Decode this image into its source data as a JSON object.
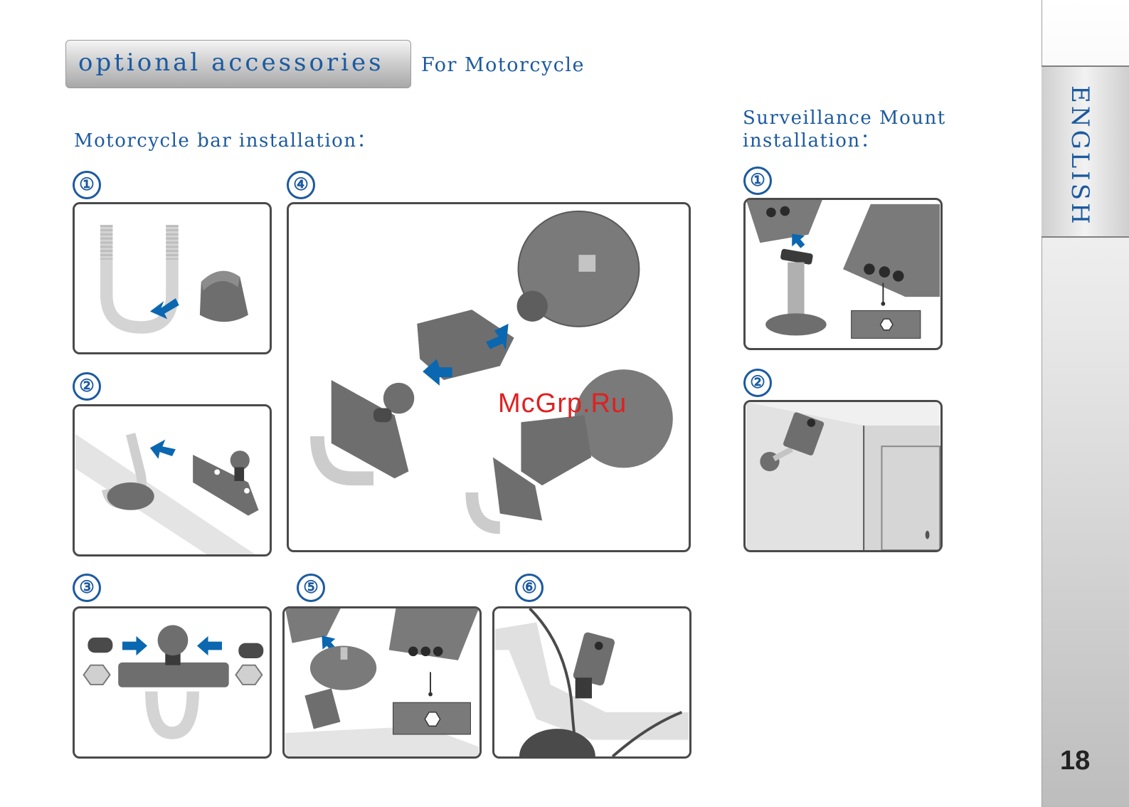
{
  "header": {
    "title": "optional  accessories",
    "subtitle": "For Motorcycle"
  },
  "motorcycle_section": {
    "title": "Motorcycle bar installation："
  },
  "surveillance_section": {
    "title_line1": "Surveillance Mount",
    "title_line2": "installation："
  },
  "steps": {
    "m1": "①",
    "m2": "②",
    "m3": "③",
    "m4": "④",
    "m5": "⑤",
    "m6": "⑥",
    "s1": "①",
    "s2": "②"
  },
  "sidebar": {
    "language": "ENGLISH",
    "page_number": "18"
  },
  "watermark": "McGrp.Ru",
  "colors": {
    "accent": "#1c5aa0",
    "arrow": "#0a67b0",
    "part_gray": "#6e6e6e",
    "panel_border": "#4a4a4a"
  }
}
